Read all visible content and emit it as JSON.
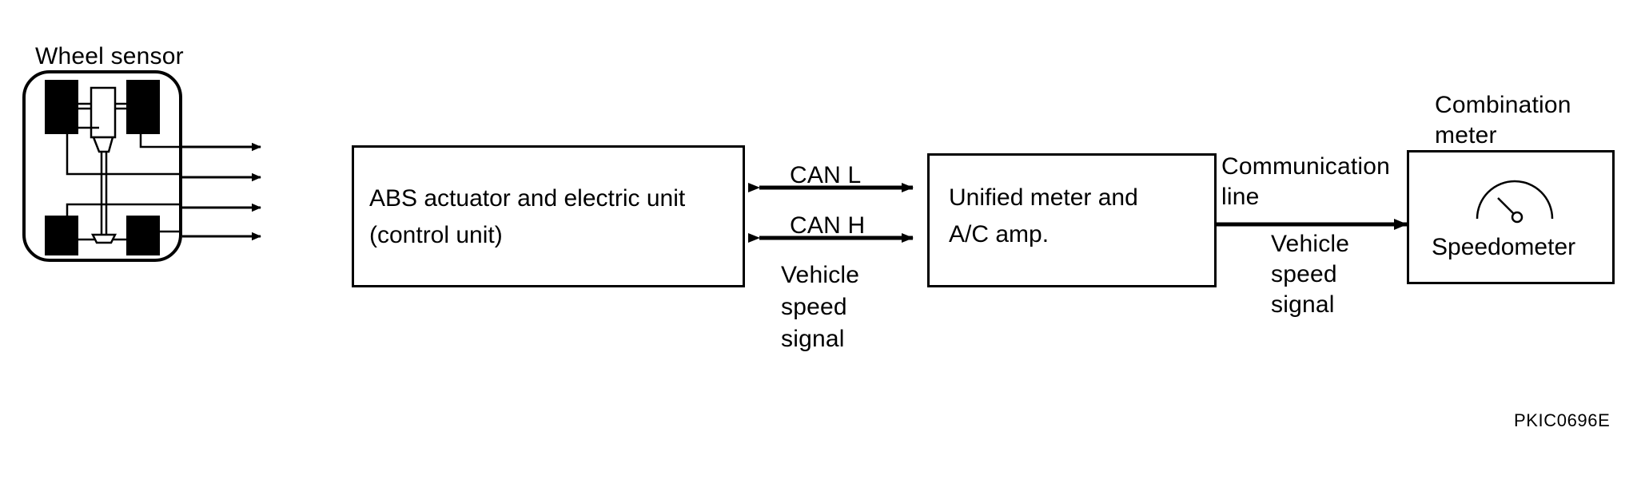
{
  "diagram": {
    "title_code": "PKIC0696E",
    "labels": {
      "wheel_sensor": "Wheel sensor",
      "combination_meter_line1": "Combination",
      "combination_meter_line2": "meter",
      "can_l": "CAN L",
      "can_h": "CAN H",
      "vehicle_speed_mid_l1": "Vehicle",
      "vehicle_speed_mid_l2": "speed",
      "vehicle_speed_mid_l3": "signal",
      "communication_line_l1": "Communication",
      "communication_line_l2": "line",
      "vehicle_speed_right_l1": "Vehicle",
      "vehicle_speed_right_l2": "speed",
      "vehicle_speed_right_l3": "signal"
    },
    "blocks": [
      {
        "id": "abs-actuator",
        "line1": "ABS actuator and electric unit",
        "line2": "(control unit)"
      },
      {
        "id": "unified-meter",
        "line1": "Unified meter and",
        "line2": "A/C amp."
      },
      {
        "id": "combination-meter",
        "line1": "Speedometer"
      }
    ],
    "colors": {
      "stroke": "#000000",
      "background": "#ffffff"
    }
  }
}
